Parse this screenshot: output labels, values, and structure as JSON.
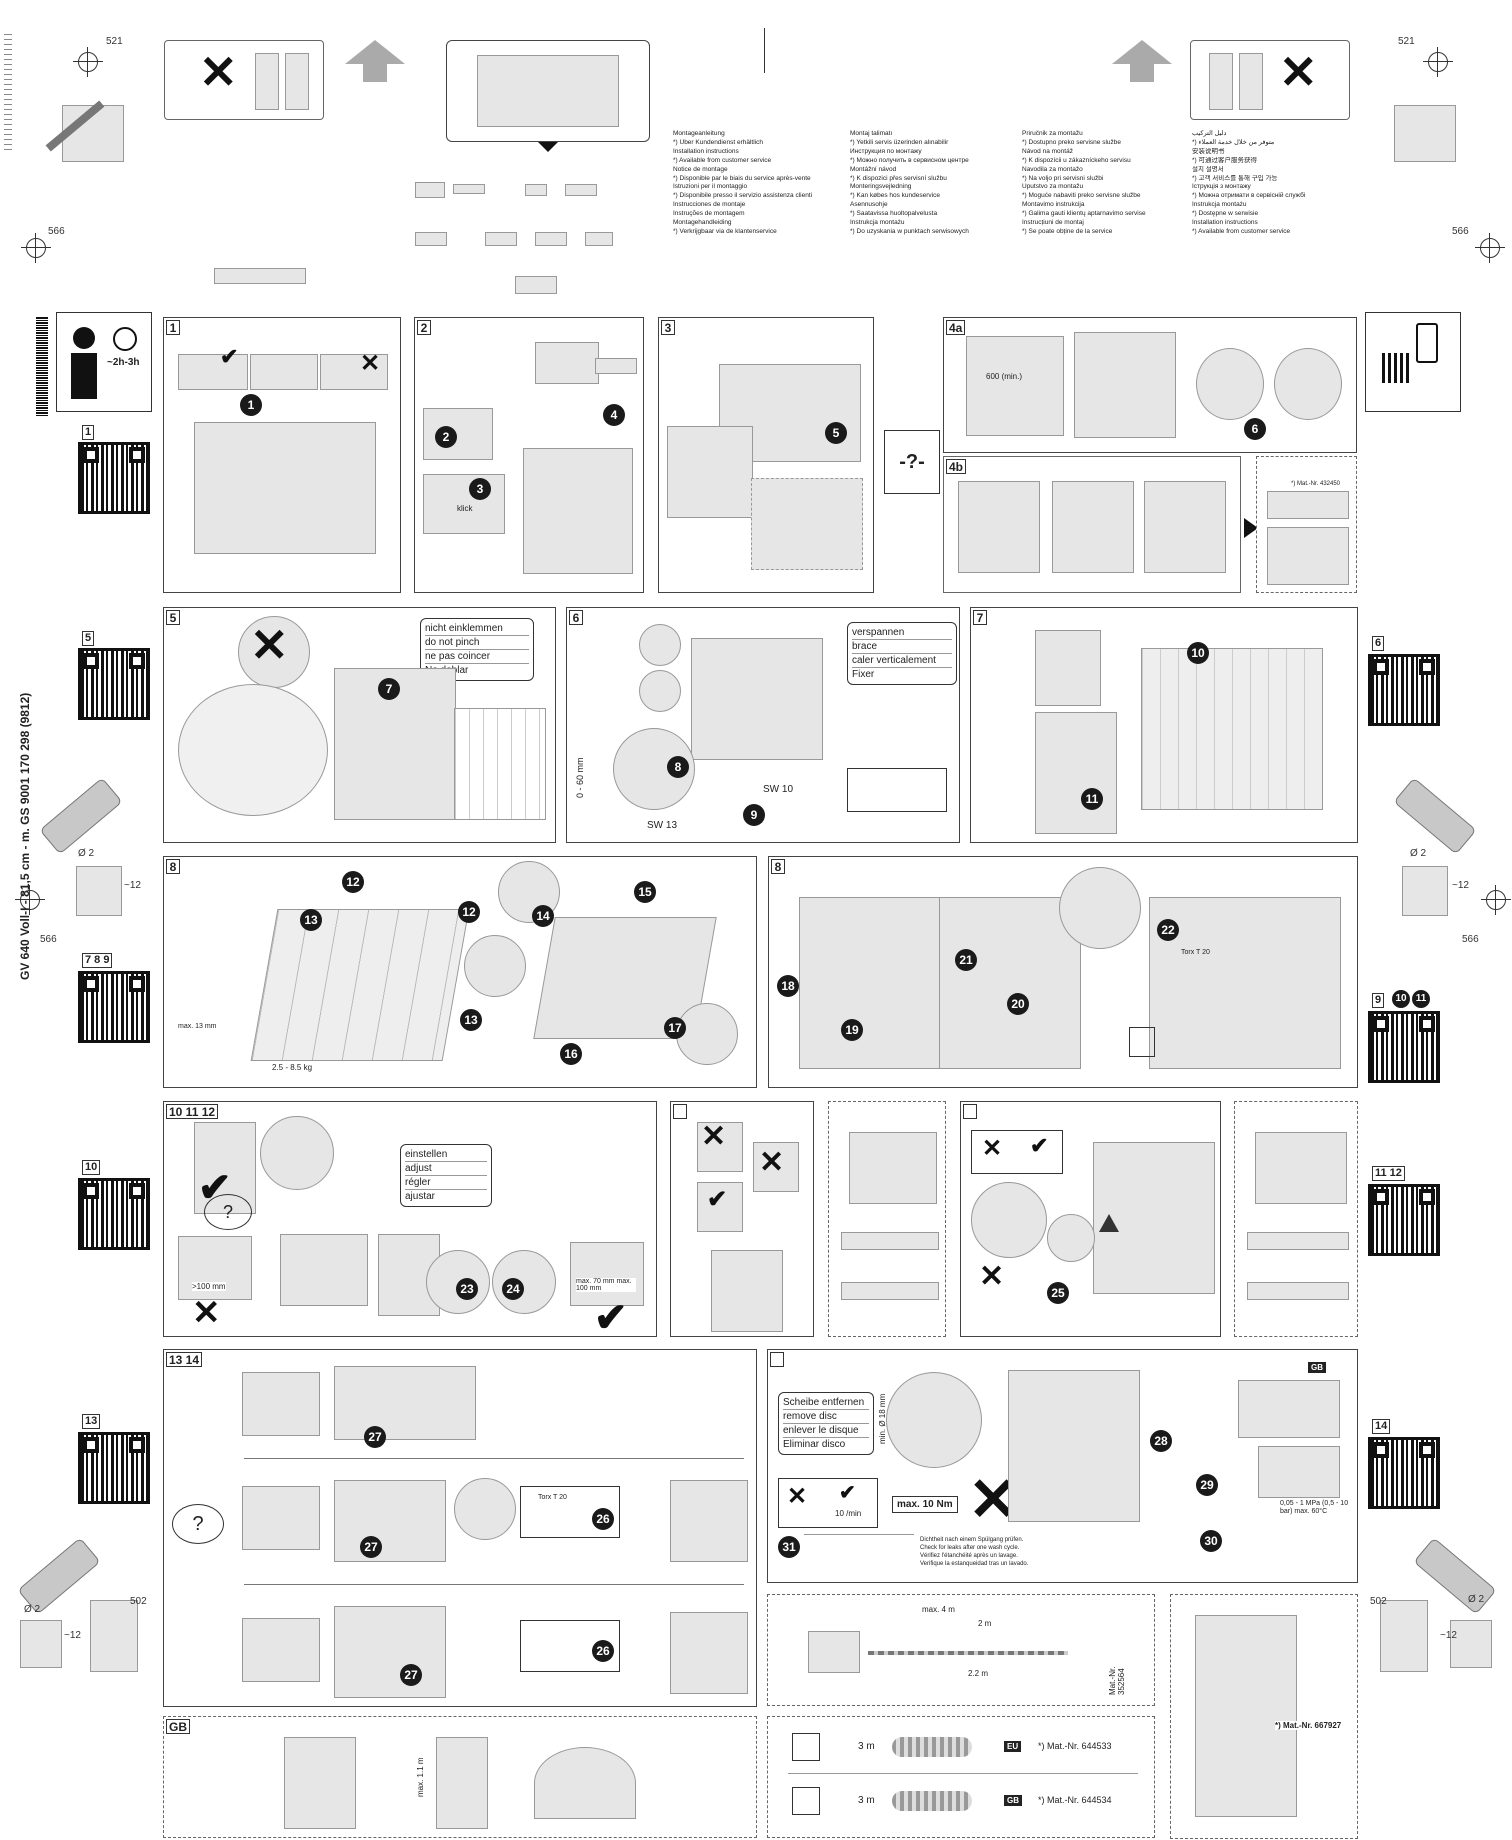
{
  "side_text": "GV 640 Voll-I - 81,5 cm - m. GS   9001 170 298 (9812)",
  "dims": {
    "d521": "521",
    "d566": "566",
    "d502": "502",
    "dia2": "Ø 2",
    "dep12": "~12"
  },
  "lang_rows": [
    "Montageanleitung",
    "*) Über Kundendienst erhältlich",
    "Installation instructions",
    "*) Available from customer service",
    "Notice de montage",
    "*) Disponible par le biais du service après-vente",
    "Istruzioni per il montaggio",
    "*) Disponibile presso il servizio assistenza clienti",
    "Instrucciones de montaje",
    "Instruções de montagem",
    "Montagehandleiding",
    "*) Verkrijgbaar via de klantenservice"
  ],
  "lang_rows_b": [
    "Montaj talimatı",
    "*) Yetkili servis üzerinden alınabilir",
    "Инструкция по монтажу",
    "*) Можно получить в сервисном центре",
    "Montážní návod",
    "*) K dispozici přes servisní službu",
    "Monteringsvejledning",
    "*) Kan købes hos kundeservice",
    "Asennusohje",
    "*) Saatavissa huoltopalvelusta",
    "Instrukcja montażu",
    "*) Do uzyskania w punktach serwisowych"
  ],
  "lang_rows_c": [
    "Priručnik za montažu",
    "*) Dostupno preko servisne službe",
    "Návod na montáž",
    "*) K dispozícii u zákazníckeho servisu",
    "Navodila za montažo",
    "*) Na voljo pri servisni službi",
    "Uputstvo za montažu",
    "*) Moguće nabaviti preko servisne službe",
    "Montavimo instrukcija",
    "*) Galima gauti klientų aptarnavimo servise",
    "Instrucțiuni de montaj",
    "*) Se poate obține de la service"
  ],
  "lang_rows_d": [
    "دليل التركيب",
    "*) متوفر من خلال خدمة العملاء",
    "安装说明书",
    "*) 可通过客户服务获得",
    "설치 설명서",
    "*) 고객 서비스를 통해 구입 가능",
    "Іструкція з монтажу",
    "*) Можна отримати в сервісній службі",
    "Instrukcja montażu",
    "*) Dostępne w serwisie",
    "Installation instructions",
    "*) Available from customer service"
  ],
  "panels": {
    "p1": "1",
    "p2": "2",
    "p3": "3",
    "p4a": "4a",
    "p4b": "4b",
    "p5": "5",
    "p6": "6",
    "p7": "7",
    "p8a": "8",
    "p8b": "8",
    "p10": "10 11 12",
    "p13": "13 14",
    "pGB": "GB"
  },
  "steps": [
    "1",
    "2",
    "3",
    "4",
    "5",
    "6",
    "7",
    "8",
    "9",
    "10",
    "11",
    "12",
    "13",
    "14",
    "15",
    "16",
    "17",
    "18",
    "19",
    "20",
    "21",
    "22",
    "23",
    "24",
    "25",
    "26",
    "27",
    "28",
    "29",
    "30",
    "31"
  ],
  "qr_labels": {
    "q1": "1",
    "q5": "5",
    "q6": "6",
    "q789": "7 8 9",
    "q9": "9",
    "q10": "10",
    "q1112": "11 12",
    "q13": "13",
    "q14": "14"
  },
  "p1": {
    "time": "~2h-3h"
  },
  "p2": {
    "klick": "klick"
  },
  "p4a": {
    "dim": "600 (min.)"
  },
  "p4b": {
    "mat": "*) Mat.-Nr. 432450"
  },
  "p5": {
    "words": [
      "nicht einklemmen",
      "do not pinch",
      "ne pas coincer",
      "No doblar"
    ]
  },
  "p6": {
    "words": [
      "verspannen",
      "brace",
      "caler verticalement",
      "Fixer"
    ],
    "sw13": "SW 13",
    "sw10": "SW 10",
    "range": "0 - 60 mm"
  },
  "p8a": {
    "weight": "2.5 - 8.5 kg",
    "max": "max. 13 mm"
  },
  "p8b": {
    "torx": "Torx T 20"
  },
  "p10": {
    "words": [
      "einstellen",
      "adjust",
      "régler",
      "ajustar"
    ],
    "dist1": ">100 mm",
    "dist2": "max. 70 mm\nmax. 100 mm",
    "dist3": "max. 70 mm max. 100 mm"
  },
  "p13": {
    "torx": "Torx T 20",
    "q": "?"
  },
  "water": {
    "words": [
      "Scheibe entfernen",
      "remove disc",
      "enlever le disque",
      "Eliminar disco"
    ],
    "torque": "max. 10 Nm",
    "time10": "10 /min",
    "dia18": "min. Ø 18 mm",
    "pressure": "0,05 - 1 MPa (0,5 - 10 bar) max. 60°C",
    "gb": "GB",
    "check_rows": [
      "Dichtheit nach einem Spülgang prüfen.",
      "Check for leaks after one wash cycle.",
      "Vérifiez l'étanchéité après un lavage.",
      "Verifique la estanqueidad tras un lavado."
    ]
  },
  "hose": {
    "max": "max. 4 m",
    "two": "2 m",
    "twotwo": "2.2 m",
    "mat": "Mat.-Nr. 352564"
  },
  "cable": {
    "len": "3 m",
    "eu": "EU",
    "gb": "GB",
    "mat1": "*) Mat.-Nr. 644533",
    "mat2": "*) Mat.-Nr. 644534"
  },
  "side_mat": "*) Mat.-Nr. 667927",
  "gb_panel": {
    "max": "max. 1.1 m"
  }
}
